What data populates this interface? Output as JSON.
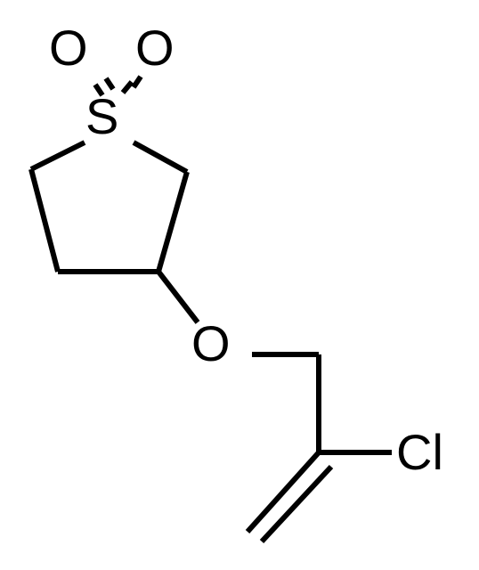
{
  "molecule": {
    "atoms": {
      "sulfur": "S",
      "oxo_left": "O",
      "oxo_right": "O",
      "ether_oxygen": "O",
      "chlorine": "Cl"
    },
    "colors": {
      "bond": "#000000",
      "label": "#000000",
      "background": "#ffffff"
    }
  }
}
